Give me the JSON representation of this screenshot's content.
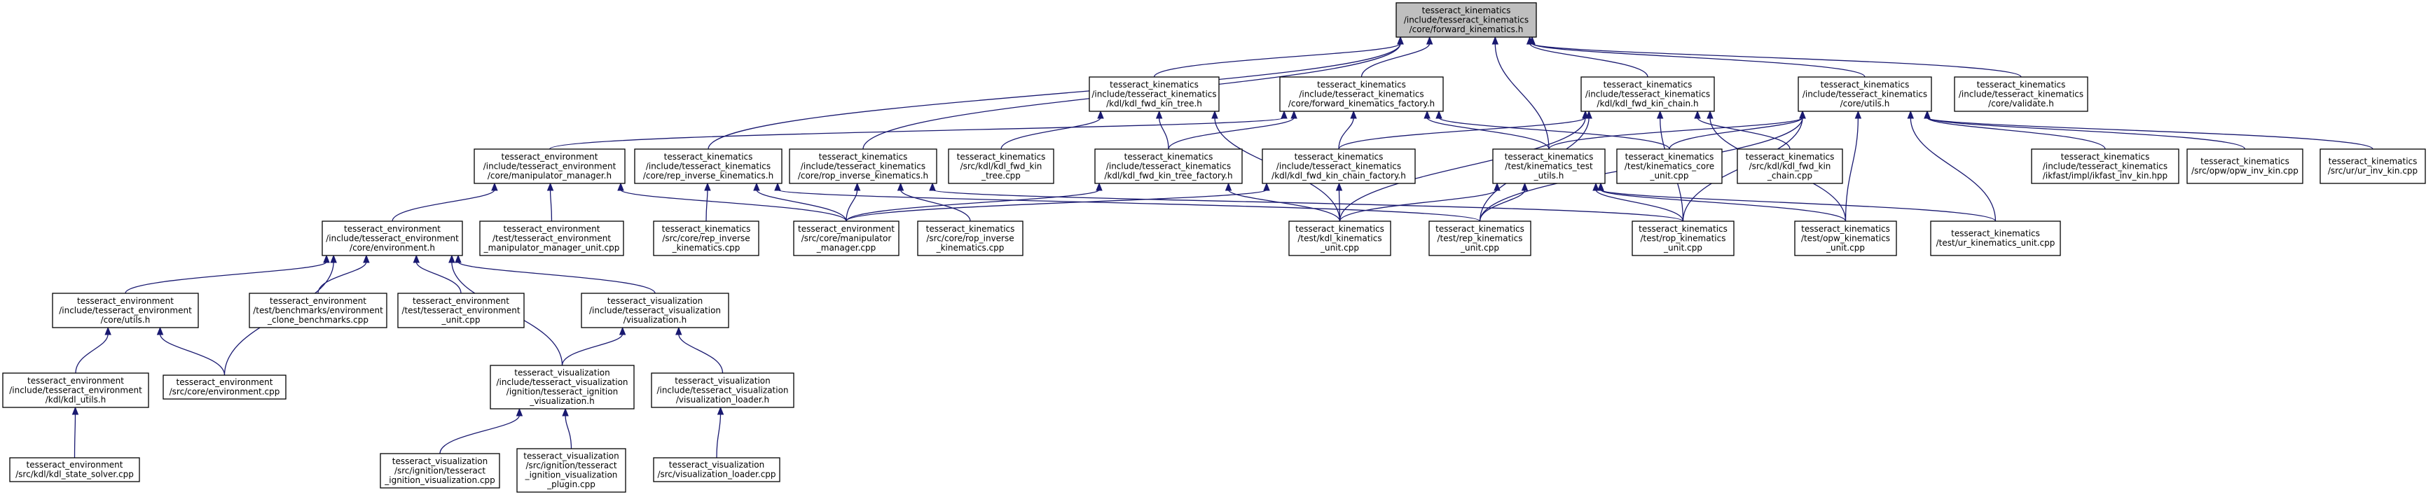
{
  "graph": {
    "colors": {
      "edge": "#191970",
      "root_fill": "#bfbfbf",
      "node_fill": "#ffffff",
      "node_stroke": "#000000"
    },
    "nodes": [
      {
        "id": "fk",
        "root": true,
        "lines": [
          "tesseract_kinematics",
          "/include/tesseract_kinematics",
          "/core/forward_kinematics.h"
        ]
      },
      {
        "id": "kdl_tree_h",
        "lines": [
          "tesseract_kinematics",
          "/include/tesseract_kinematics",
          "/kdl/kdl_fwd_kin_tree.h"
        ]
      },
      {
        "id": "fk_factory_h",
        "lines": [
          "tesseract_kinematics",
          "/include/tesseract_kinematics",
          "/core/forward_kinematics_factory.h"
        ]
      },
      {
        "id": "kdl_chain_h",
        "lines": [
          "tesseract_kinematics",
          "/include/tesseract_kinematics",
          "/kdl/kdl_fwd_kin_chain.h"
        ]
      },
      {
        "id": "core_utils_h",
        "lines": [
          "tesseract_kinematics",
          "/include/tesseract_kinematics",
          "/core/utils.h"
        ]
      },
      {
        "id": "validate_h",
        "lines": [
          "tesseract_kinematics",
          "/include/tesseract_kinematics",
          "/core/validate.h"
        ]
      },
      {
        "id": "manip_mgr_h",
        "lines": [
          "tesseract_environment",
          "/include/tesseract_environment",
          "/core/manipulator_manager.h"
        ]
      },
      {
        "id": "rep_ik_h",
        "lines": [
          "tesseract_kinematics",
          "/include/tesseract_kinematics",
          "/core/rep_inverse_kinematics.h"
        ]
      },
      {
        "id": "rop_ik_h",
        "lines": [
          "tesseract_kinematics",
          "/include/tesseract_kinematics",
          "/core/rop_inverse_kinematics.h"
        ]
      },
      {
        "id": "kdl_tree_cpp",
        "lines": [
          "tesseract_kinematics",
          "/src/kdl/kdl_fwd_kin",
          "_tree.cpp"
        ]
      },
      {
        "id": "kdl_tree_factory_h",
        "lines": [
          "tesseract_kinematics",
          "/include/tesseract_kinematics",
          "/kdl/kdl_fwd_kin_tree_factory.h"
        ]
      },
      {
        "id": "kdl_chain_factory_h",
        "lines": [
          "tesseract_kinematics",
          "/include/tesseract_kinematics",
          "/kdl/kdl_fwd_kin_chain_factory.h"
        ]
      },
      {
        "id": "kin_test_utils_h",
        "lines": [
          "tesseract_kinematics",
          "/test/kinematics_test",
          "_utils.h"
        ]
      },
      {
        "id": "kin_core_unit",
        "lines": [
          "tesseract_kinematics",
          "/test/kinematics_core",
          "_unit.cpp"
        ]
      },
      {
        "id": "kdl_chain_cpp",
        "lines": [
          "tesseract_kinematics",
          "/src/kdl/kdl_fwd_kin",
          "_chain.cpp"
        ]
      },
      {
        "id": "ikfast_hpp",
        "lines": [
          "tesseract_kinematics",
          "/include/tesseract_kinematics",
          "/ikfast/impl/ikfast_inv_kin.hpp"
        ]
      },
      {
        "id": "opw_cpp",
        "lines": [
          "tesseract_kinematics",
          "/src/opw/opw_inv_kin.cpp"
        ]
      },
      {
        "id": "ur_cpp",
        "lines": [
          "tesseract_kinematics",
          "/src/ur/ur_inv_kin.cpp"
        ]
      },
      {
        "id": "env_h",
        "lines": [
          "tesseract_environment",
          "/include/tesseract_environment",
          "/core/environment.h"
        ]
      },
      {
        "id": "mm_unit",
        "lines": [
          "tesseract_environment",
          "/test/tesseract_environment",
          "_manipulator_manager_unit.cpp"
        ]
      },
      {
        "id": "rep_ik_cpp",
        "lines": [
          "tesseract_kinematics",
          "/src/core/rep_inverse",
          "_kinematics.cpp"
        ]
      },
      {
        "id": "mm_cpp",
        "lines": [
          "tesseract_environment",
          "/src/core/manipulator",
          "_manager.cpp"
        ]
      },
      {
        "id": "rop_ik_cpp",
        "lines": [
          "tesseract_kinematics",
          "/src/core/rop_inverse",
          "_kinematics.cpp"
        ]
      },
      {
        "id": "kdl_kin_unit",
        "lines": [
          "tesseract_kinematics",
          "/test/kdl_kinematics",
          "_unit.cpp"
        ]
      },
      {
        "id": "rep_kin_unit",
        "lines": [
          "tesseract_kinematics",
          "/test/rep_kinematics",
          "_unit.cpp"
        ]
      },
      {
        "id": "rop_kin_unit",
        "lines": [
          "tesseract_kinematics",
          "/test/rop_kinematics",
          "_unit.cpp"
        ]
      },
      {
        "id": "opw_kin_unit",
        "lines": [
          "tesseract_kinematics",
          "/test/opw_kinematics",
          "_unit.cpp"
        ]
      },
      {
        "id": "ur_kin_unit",
        "lines": [
          "tesseract_kinematics",
          "/test/ur_kinematics_unit.cpp"
        ]
      },
      {
        "id": "env_utils_h",
        "lines": [
          "tesseract_environment",
          "/include/tesseract_environment",
          "/core/utils.h"
        ]
      },
      {
        "id": "env_clone_bench",
        "lines": [
          "tesseract_environment",
          "/test/benchmarks/environment",
          "_clone_benchmarks.cpp"
        ]
      },
      {
        "id": "env_unit",
        "lines": [
          "tesseract_environment",
          "/test/tesseract_environment",
          "_unit.cpp"
        ]
      },
      {
        "id": "vis_h",
        "lines": [
          "tesseract_visualization",
          "/include/tesseract_visualization",
          "/visualization.h"
        ]
      },
      {
        "id": "env_cpp",
        "lines": [
          "tesseract_environment",
          "/src/core/environment.cpp"
        ]
      },
      {
        "id": "kdl_utils_h",
        "lines": [
          "tesseract_environment",
          "/include/tesseract_environment",
          "/kdl/kdl_utils.h"
        ]
      },
      {
        "id": "ign_vis_h",
        "lines": [
          "tesseract_visualization",
          "/include/tesseract_visualization",
          "/ignition/tesseract_ignition",
          "_visualization.h"
        ]
      },
      {
        "id": "vis_loader_h",
        "lines": [
          "tesseract_visualization",
          "/include/tesseract_visualization",
          "/visualization_loader.h"
        ]
      },
      {
        "id": "kdl_state_solver",
        "lines": [
          "tesseract_environment",
          "/src/kdl/kdl_state_solver.cpp"
        ]
      },
      {
        "id": "ign_vis_cpp",
        "lines": [
          "tesseract_visualization",
          "/src/ignition/tesseract",
          "_ignition_visualization.cpp"
        ]
      },
      {
        "id": "ign_plugin_cpp",
        "lines": [
          "tesseract_visualization",
          "/src/ignition/tesseract",
          "_ignition_visualization",
          "_plugin.cpp"
        ]
      },
      {
        "id": "vis_loader_cpp",
        "lines": [
          "tesseract_visualization",
          "/src/visualization_loader.cpp"
        ]
      }
    ],
    "edges": [
      [
        "kdl_tree_h",
        "fk"
      ],
      [
        "fk_factory_h",
        "fk"
      ],
      [
        "kdl_chain_h",
        "fk"
      ],
      [
        "core_utils_h",
        "fk"
      ],
      [
        "validate_h",
        "fk"
      ],
      [
        "rep_ik_h",
        "fk"
      ],
      [
        "rop_ik_h",
        "fk"
      ],
      [
        "kin_test_utils_h",
        "fk"
      ],
      [
        "kdl_tree_cpp",
        "kdl_tree_h"
      ],
      [
        "kdl_tree_factory_h",
        "kdl_tree_h"
      ],
      [
        "kdl_kin_unit",
        "kdl_tree_h"
      ],
      [
        "manip_mgr_h",
        "fk_factory_h"
      ],
      [
        "kdl_tree_factory_h",
        "fk_factory_h"
      ],
      [
        "kdl_chain_factory_h",
        "fk_factory_h"
      ],
      [
        "kin_core_unit",
        "fk_factory_h"
      ],
      [
        "kin_test_utils_h",
        "fk_factory_h"
      ],
      [
        "kdl_chain_factory_h",
        "kdl_chain_h"
      ],
      [
        "kdl_chain_cpp",
        "kdl_chain_h"
      ],
      [
        "kdl_kin_unit",
        "kdl_chain_h"
      ],
      [
        "rep_kin_unit",
        "kdl_chain_h"
      ],
      [
        "rop_kin_unit",
        "kdl_chain_h"
      ],
      [
        "opw_kin_unit",
        "kdl_chain_h"
      ],
      [
        "kin_test_utils_h",
        "core_utils_h"
      ],
      [
        "kin_core_unit",
        "core_utils_h"
      ],
      [
        "ikfast_hpp",
        "core_utils_h"
      ],
      [
        "opw_cpp",
        "core_utils_h"
      ],
      [
        "ur_cpp",
        "core_utils_h"
      ],
      [
        "rep_kin_unit",
        "core_utils_h"
      ],
      [
        "rop_kin_unit",
        "core_utils_h"
      ],
      [
        "opw_kin_unit",
        "core_utils_h"
      ],
      [
        "ur_kin_unit",
        "core_utils_h"
      ],
      [
        "env_h",
        "manip_mgr_h"
      ],
      [
        "mm_unit",
        "manip_mgr_h"
      ],
      [
        "mm_cpp",
        "manip_mgr_h"
      ],
      [
        "rep_ik_cpp",
        "rep_ik_h"
      ],
      [
        "mm_cpp",
        "rep_ik_h"
      ],
      [
        "rep_kin_unit",
        "rep_ik_h"
      ],
      [
        "mm_cpp",
        "rop_ik_h"
      ],
      [
        "rop_ik_cpp",
        "rop_ik_h"
      ],
      [
        "rop_kin_unit",
        "rop_ik_h"
      ],
      [
        "mm_cpp",
        "kdl_tree_factory_h"
      ],
      [
        "kdl_kin_unit",
        "kdl_tree_factory_h"
      ],
      [
        "mm_cpp",
        "kdl_chain_factory_h"
      ],
      [
        "kdl_kin_unit",
        "kdl_chain_factory_h"
      ],
      [
        "kdl_kin_unit",
        "kin_test_utils_h"
      ],
      [
        "rep_kin_unit",
        "kin_test_utils_h"
      ],
      [
        "rop_kin_unit",
        "kin_test_utils_h"
      ],
      [
        "opw_kin_unit",
        "kin_test_utils_h"
      ],
      [
        "ur_kin_unit",
        "kin_test_utils_h"
      ],
      [
        "env_utils_h",
        "env_h"
      ],
      [
        "env_clone_bench",
        "env_h"
      ],
      [
        "env_unit",
        "env_h"
      ],
      [
        "vis_h",
        "env_h"
      ],
      [
        "env_cpp",
        "env_h"
      ],
      [
        "ign_vis_h",
        "env_h"
      ],
      [
        "kdl_utils_h",
        "env_utils_h"
      ],
      [
        "env_cpp",
        "env_utils_h"
      ],
      [
        "ign_vis_h",
        "vis_h"
      ],
      [
        "vis_loader_h",
        "vis_h"
      ],
      [
        "kdl_state_solver",
        "kdl_utils_h"
      ],
      [
        "ign_vis_cpp",
        "ign_vis_h"
      ],
      [
        "ign_plugin_cpp",
        "ign_vis_h"
      ],
      [
        "vis_loader_cpp",
        "vis_loader_h"
      ]
    ]
  }
}
